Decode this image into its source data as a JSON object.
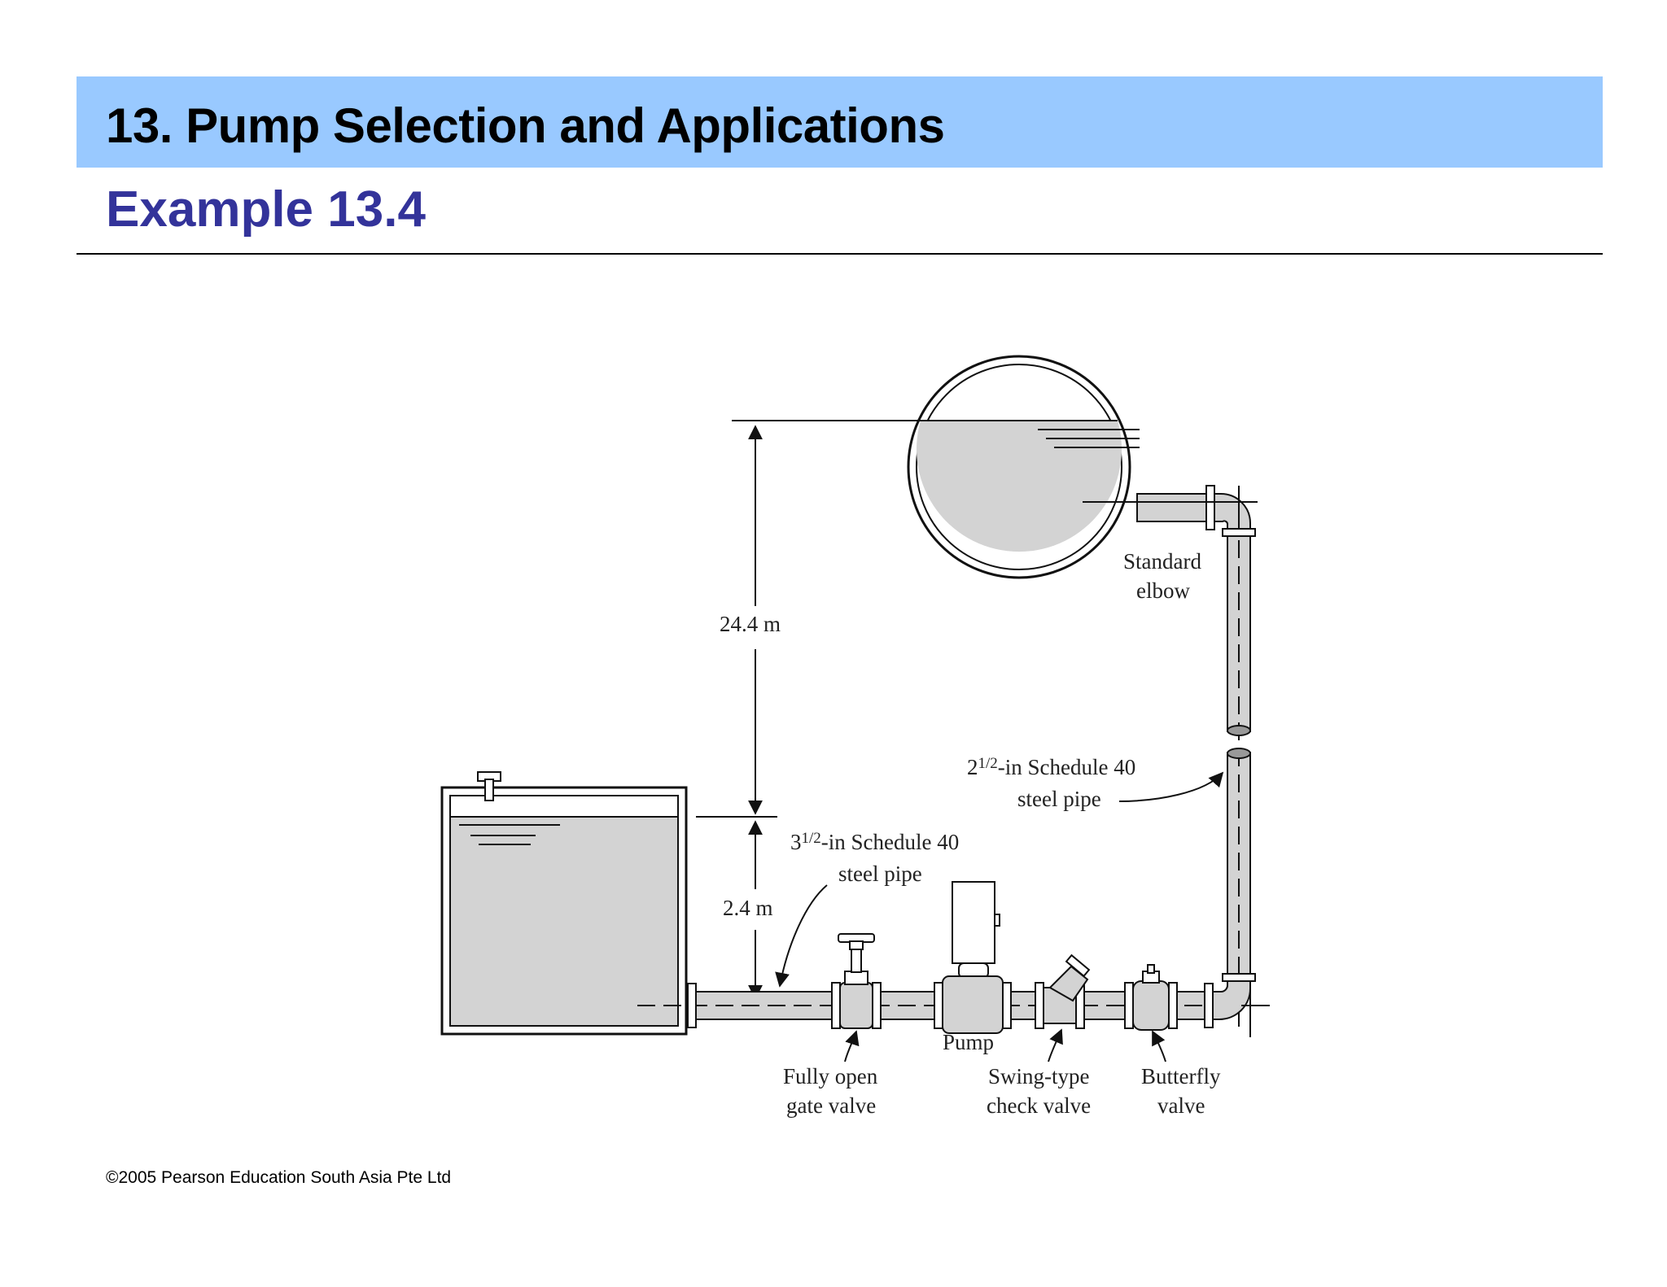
{
  "slide": {
    "title": "13. Pump  Selection and Applications",
    "subtitle": "Example 13.4",
    "copyright": "©2005 Pearson Education South Asia Pte Ltd"
  },
  "diagram": {
    "labels": {
      "elevation_upper": "24.4 m",
      "elevation_lower": "2.4 m",
      "standard_elbow_1": "Standard",
      "standard_elbow_2": "elbow",
      "discharge_pipe_1": "2",
      "discharge_pipe_frac": "1/2",
      "discharge_pipe_rest": "-in Schedule 40",
      "discharge_pipe_2": "steel pipe",
      "suction_pipe_1": "3",
      "suction_pipe_frac": "1/2",
      "suction_pipe_rest": "-in Schedule 40",
      "suction_pipe_2": "steel pipe",
      "pump": "Pump",
      "gate_valve_1": "Fully open",
      "gate_valve_2": "gate valve",
      "check_valve_1": "Swing-type",
      "check_valve_2": "check valve",
      "butterfly_valve_1": "Butterfly",
      "butterfly_valve_2": "valve"
    }
  },
  "colors": {
    "title_band": "#99c9ff",
    "subtitle": "#33339a",
    "fluid": "#d3d3d3"
  }
}
